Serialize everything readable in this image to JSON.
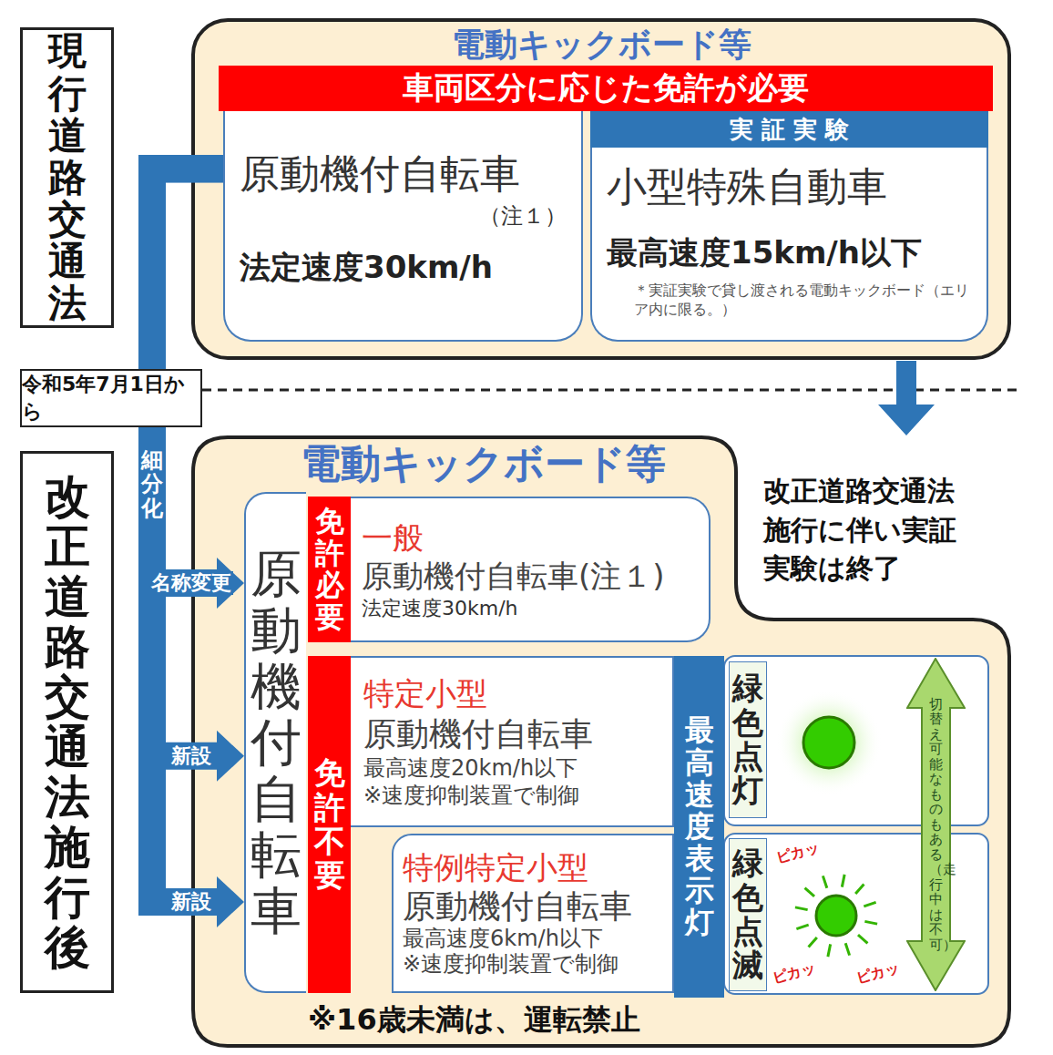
{
  "diagram": {
    "nodes": [
      {
        "text": [
          "現行道路交通法"
        ]
      },
      {
        "text": [
          "電動キックボード等"
        ]
      },
      {
        "text": [
          "車両区分に応じた免許が必要"
        ],
        "in": 1
      },
      {
        "text": [
          "原動機付自転車",
          "（注１）",
          "法定速度30km/h"
        ],
        "in": 1
      },
      {
        "text": [
          "実 証 実 験"
        ],
        "in": 1
      },
      {
        "text": [
          "小型特殊自動車",
          "最高速度15km/h以下",
          "＊実証実験で貸し渡される電動キックボード（エリア内に限る。）"
        ],
        "in": 1
      },
      {
        "text": [
          "令和5年7月1日から"
        ]
      },
      {
        "text": [
          "改正道路交通法施行後"
        ]
      },
      {
        "text": [
          "電動キックボード等"
        ]
      },
      {
        "text": [
          "原動機付自転車"
        ],
        "in": 8
      },
      {
        "text": [
          "免許必要"
        ],
        "in": 8
      },
      {
        "text": [
          "一般",
          "原動機付自転車(注１)",
          "法定速度30km/h"
        ],
        "in": 8
      },
      {
        "text": [
          "免許不要"
        ],
        "in": 8
      },
      {
        "text": [
          "特定小型",
          "原動機付自転車",
          "最高速度20km/h以下",
          "※速度抑制装置で制御"
        ],
        "in": 8
      },
      {
        "text": [
          "特例特定小型",
          "原動機付自転車",
          "最高速度6km/h以下",
          "※速度抑制装置で制御"
        ],
        "in": 8
      },
      {
        "text": [
          "最高速度表示灯"
        ],
        "in": 8
      },
      {
        "text": [
          "緑色点灯"
        ],
        "in": 8
      },
      {
        "text": [
          "緑色点滅"
        ],
        "in": 8
      },
      {
        "text": [
          "切替え可能なものもある（走行中は不可）"
        ],
        "in": 8
      }
    ],
    "edges": [
      {
        "from": 3,
        "to": 9,
        "arrow": "to",
        "label": "名称変更"
      },
      {
        "from": 3,
        "to": 9,
        "arrow": "to",
        "label": "新設"
      },
      {
        "from": 3,
        "to": 9,
        "arrow": "to",
        "label": "新設"
      }
    ],
    "labels": [
      "細分化",
      "改正道路交通法施行に伴い実証実験は終了",
      "※16歳未満は、運転禁止",
      "ピカッ",
      "ピカッ",
      "ピカッ"
    ]
  }
}
